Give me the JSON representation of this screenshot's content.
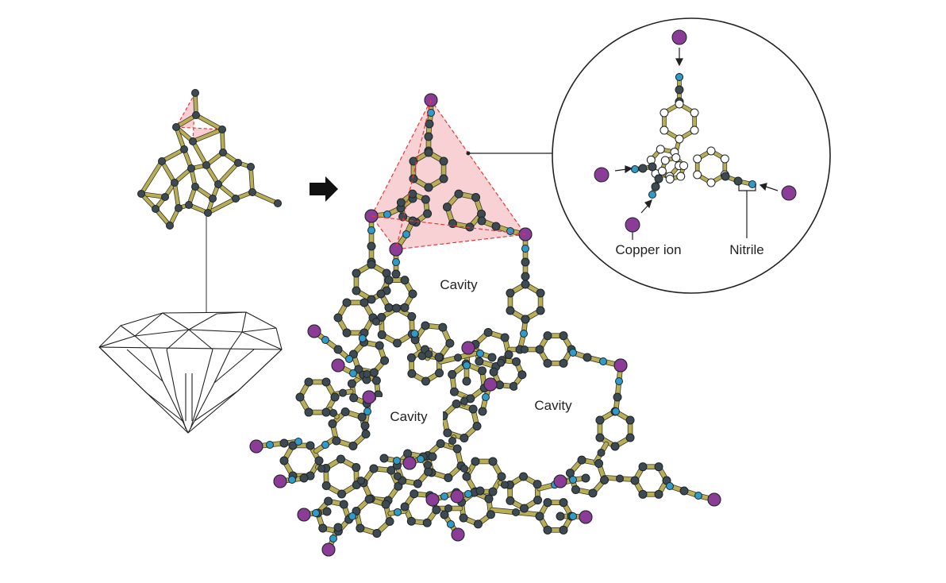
{
  "labels": {
    "cavity_top": "Cavity",
    "cavity_left": "Cavity",
    "cavity_right": "Cavity",
    "copper_ion": "Copper ion",
    "nitrile": "Nitrile"
  },
  "colors": {
    "bond": "#b9ad55",
    "bond_outline": "#3a3a2a",
    "carbon_atom": "#3d4a52",
    "nitrogen_atom": "#2e9bc8",
    "copper_ion": "#8a3c97",
    "tetrahedron_fill": "#f5b9bf",
    "tetrahedron_edge": "#e23a3a",
    "inset_atom": "#ffffff",
    "line": "#222222"
  },
  "icons": {
    "arrow": "right-arrow-icon",
    "gem": "diamond-gem-icon"
  }
}
